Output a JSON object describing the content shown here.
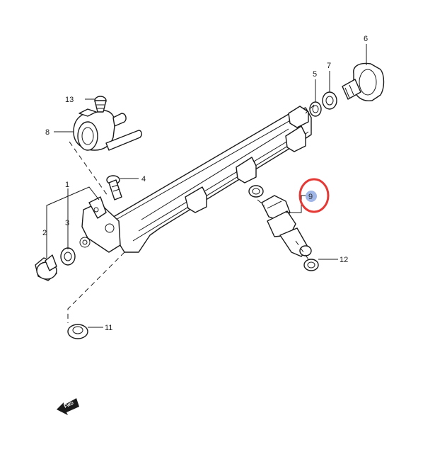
{
  "callouts": {
    "c1": "1",
    "c2": "2",
    "c3": "3",
    "c4": "4",
    "c5": "5",
    "c6": "6",
    "c7": "7",
    "c8": "8",
    "c9": "9",
    "c11": "11",
    "c12": "12",
    "c13": "13"
  },
  "highlight": {
    "ring_color": "#e53935",
    "badge_color": "#9fb6e6"
  },
  "fwd_label": "FWD",
  "icons": [
    "fwd-arrow-icon"
  ]
}
